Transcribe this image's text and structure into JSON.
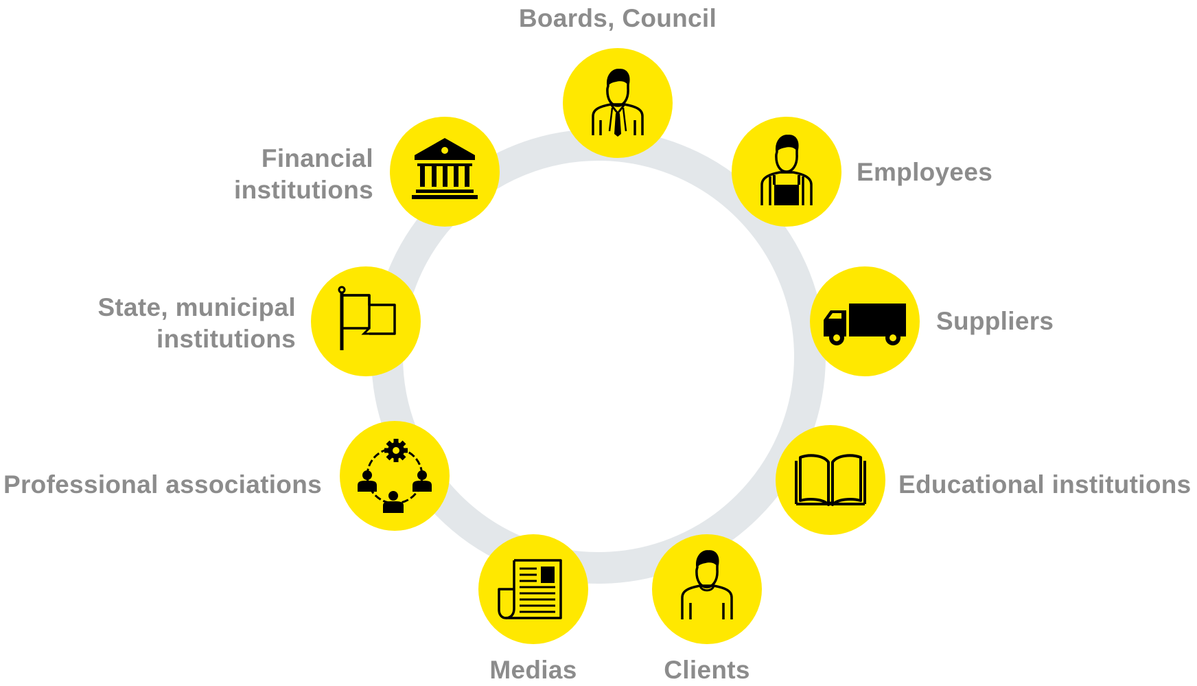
{
  "diagram": {
    "ring_color": "#e3e7ea",
    "node_color": "#ffe800",
    "icon_color": "#000000",
    "label_color": "#8c8c8c",
    "nodes": [
      {
        "id": "boards",
        "icon": "executive-tie-icon",
        "lines": [
          "Boards, Council"
        ]
      },
      {
        "id": "employees",
        "icon": "worker-overalls-icon",
        "lines": [
          "Employees"
        ]
      },
      {
        "id": "suppliers",
        "icon": "delivery-truck-icon",
        "lines": [
          "Suppliers"
        ]
      },
      {
        "id": "educational",
        "icon": "open-book-icon",
        "lines": [
          "Educational institutions"
        ]
      },
      {
        "id": "clients",
        "icon": "client-person-icon",
        "lines": [
          "Clients"
        ]
      },
      {
        "id": "medias",
        "icon": "newspaper-icon",
        "lines": [
          "Medias"
        ]
      },
      {
        "id": "professional",
        "icon": "network-gear-icon",
        "lines": [
          "Professional associations"
        ]
      },
      {
        "id": "state",
        "icon": "flag-icon",
        "lines": [
          "State, municipal",
          "institutions"
        ]
      },
      {
        "id": "financial",
        "icon": "bank-building-icon",
        "lines": [
          "Financial",
          "institutions"
        ]
      }
    ]
  }
}
